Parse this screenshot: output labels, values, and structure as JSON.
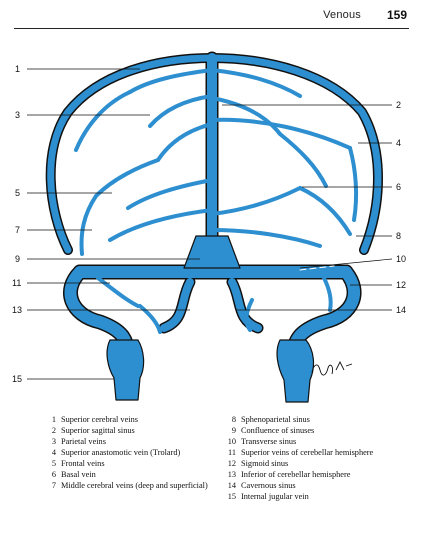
{
  "header": {
    "section": "Venous",
    "page_number": "159"
  },
  "figure": {
    "callouts": [
      "1",
      "2",
      "3",
      "4",
      "5",
      "6",
      "7",
      "8",
      "9",
      "10",
      "11",
      "12",
      "13",
      "14",
      "15"
    ],
    "vein_color": "#2e8fd0",
    "outline_color": "#111111",
    "signature": "Walker"
  },
  "legend": {
    "left": [
      {
        "num": "1",
        "text": "Superior cerebral veins"
      },
      {
        "num": "2",
        "text": "Superior sagittal sinus"
      },
      {
        "num": "3",
        "text": "Parietal veins"
      },
      {
        "num": "4",
        "text": "Superior anastomotic vein (Trolard)"
      },
      {
        "num": "5",
        "text": "Frontal veins"
      },
      {
        "num": "6",
        "text": "Basal vein"
      },
      {
        "num": "7",
        "text": "Middle cerebral veins (deep and superficial)"
      }
    ],
    "right": [
      {
        "num": "8",
        "text": "Sphenoparietal sinus"
      },
      {
        "num": "9",
        "text": "Confluence of sinuses"
      },
      {
        "num": "10",
        "text": "Transverse sinus"
      },
      {
        "num": "11",
        "text": "Superior veins of cerebellar hemisphere"
      },
      {
        "num": "12",
        "text": "Sigmoid sinus"
      },
      {
        "num": "13",
        "text": "Inferior of cerebellar hemisphere"
      },
      {
        "num": "14",
        "text": "Cavernous sinus"
      },
      {
        "num": "15",
        "text": "Internal jugular vein"
      }
    ]
  }
}
